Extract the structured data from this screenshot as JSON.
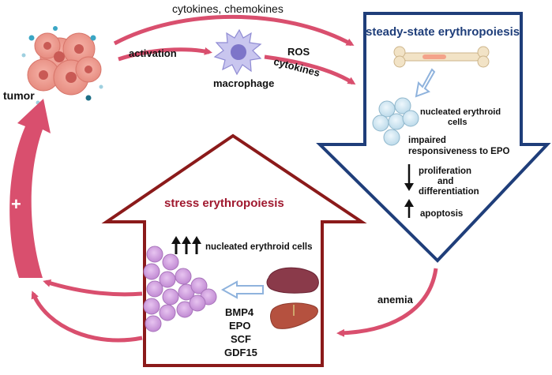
{
  "labels": {
    "cytokines_chemokines": "cytokines, chemokines",
    "activation": "activation",
    "macrophage": "macrophage",
    "ros": "ROS",
    "cytokines": "cytokines",
    "tumor": "tumor",
    "plus": "+",
    "anemia": "anemia"
  },
  "steady_state": {
    "title": "steady-state erythropoiesis",
    "cells_label_line1": "nucleated erythroid",
    "cells_label_line2": "cells",
    "impaired_line1": "impaired",
    "impaired_line2": "responsiveness to EPO",
    "prolif_line1": "proliferation",
    "prolif_line2": "and",
    "prolif_line3": "differentiation",
    "apoptosis": "apoptosis"
  },
  "stress": {
    "title": "stress erythropoiesis",
    "cells_label": "nucleated erythroid cells",
    "factors": [
      "BMP4",
      "EPO",
      "SCF",
      "GDF15"
    ]
  },
  "colors": {
    "pink_arrow": "#d94f6e",
    "navy": "#1f3e7a",
    "maroon": "#8b1a1a",
    "cell_purple": "#c98fd9",
    "cell_blue": "#c8e2f0"
  }
}
